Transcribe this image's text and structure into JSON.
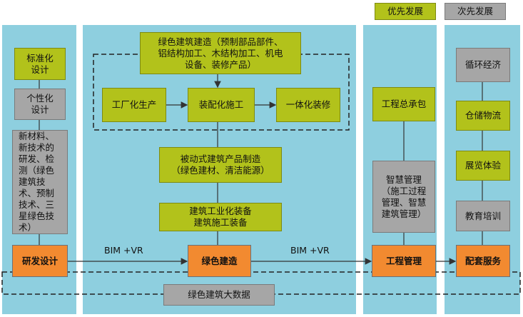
{
  "legend": {
    "priority": "优先发展",
    "secondary": "次先发展",
    "priority_color": "#B2C21B",
    "secondary_color": "#A6A6A6"
  },
  "rd": {
    "standard": "标准化\n设计",
    "personalized": "个性化\n设计",
    "research": "新材料、\n新技术的\n研发、检\n测（绿色\n建筑技\n术、预制\n技术、三\n星绿色技\n术）",
    "node": "研发设计"
  },
  "build": {
    "green_top": "绿色建筑建造（预制部品部件、\n铝结构加工、木结构加工、机电\n设备、装修产品）",
    "factory": "工厂化生产",
    "assembly": "装配化施工",
    "integrated": "一体化装修",
    "passive": "被动式建筑产品制造\n（绿色建材、清洁能源）",
    "equipment": "建筑工业化装备\n建筑施工装备",
    "node": "绿色建造"
  },
  "pm": {
    "epc": "工程总承包",
    "smart": "智慧管理\n（施工过程\n管理、智慧\n建筑管理）",
    "node": "工程管理"
  },
  "services": {
    "circular": "循环经济",
    "storage": "仓储物流",
    "exhibition": "展览体验",
    "training": "教育培训",
    "node": "配套服务"
  },
  "links": {
    "bim1": "BIM +VR",
    "bim2": "BIM +VR"
  },
  "bigdata": "绿色建筑大数据",
  "colors": {
    "column_bg": "#8ECFDF",
    "node_orange": "#F28A30"
  }
}
